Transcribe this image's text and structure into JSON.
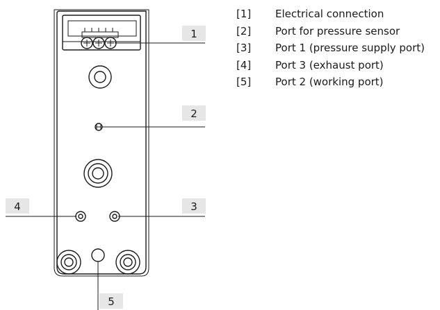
{
  "callouts": {
    "c1": "1",
    "c2": "2",
    "c3": "3",
    "c4": "4",
    "c5": "5"
  },
  "legend": [
    {
      "num": "[1]",
      "text": "Electrical connection"
    },
    {
      "num": "[2]",
      "text": "Port for pressure sensor"
    },
    {
      "num": "[3]",
      "text": "Port 1 (pressure supply port)"
    },
    {
      "num": "[4]",
      "text": "Port 3 (exhaust port)"
    },
    {
      "num": "[5]",
      "text": "Port 2 (working port)"
    }
  ]
}
